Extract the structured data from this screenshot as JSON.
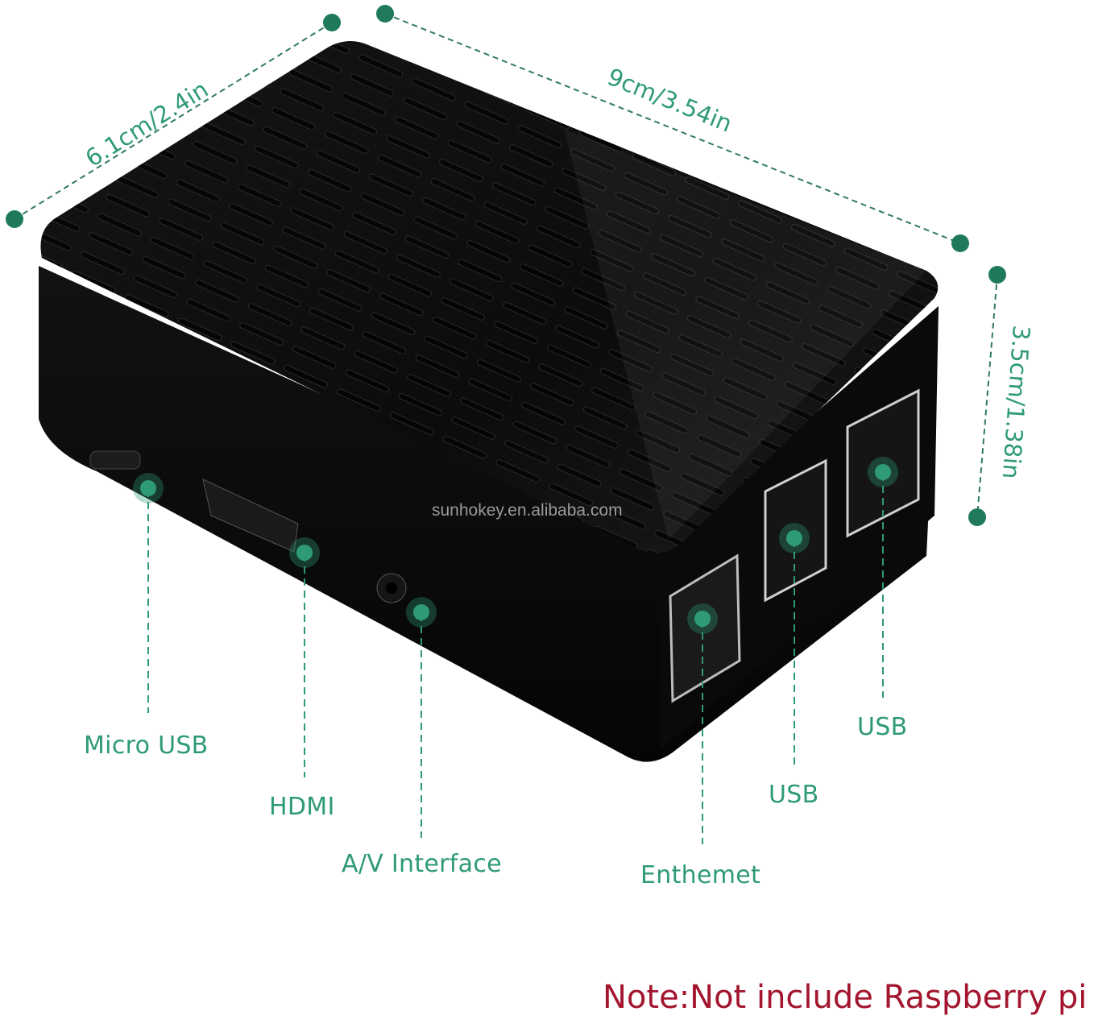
{
  "product": {
    "name": "Raspberry Pi case (black, vented top)",
    "colors": {
      "accent": "#2f9a78",
      "dot": "#1f7a5c",
      "note": "#a3152e",
      "case": "#0e0e0e"
    }
  },
  "dimensions": {
    "width": "6.1cm/2.4in",
    "length": "9cm/3.54in",
    "height": "3.5cm/1.38in"
  },
  "ports": [
    {
      "label": "Micro USB"
    },
    {
      "label": "HDMI"
    },
    {
      "label": "A/V Interface"
    },
    {
      "label": "Enthemet"
    },
    {
      "label": "USB"
    },
    {
      "label": "USB"
    }
  ],
  "watermark": "sunhokey.en.alibaba.com",
  "note": "Note:Not include Raspberry pi"
}
